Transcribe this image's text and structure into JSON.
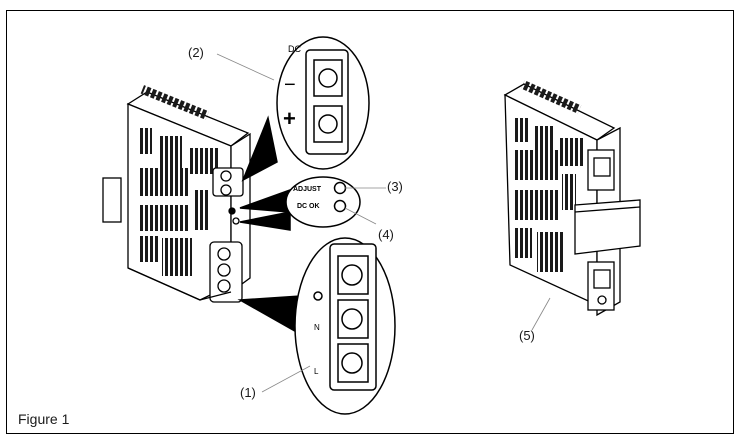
{
  "figure": {
    "caption": "Figure 1",
    "callouts": {
      "c1": "(1)",
      "c2": "(2)",
      "c3": "(3)",
      "c4": "(4)",
      "c5": "(5)"
    },
    "labels": {
      "dc_ok": "DC OK",
      "adjust": "ADJUST",
      "plus": "+",
      "minus": "−"
    }
  }
}
